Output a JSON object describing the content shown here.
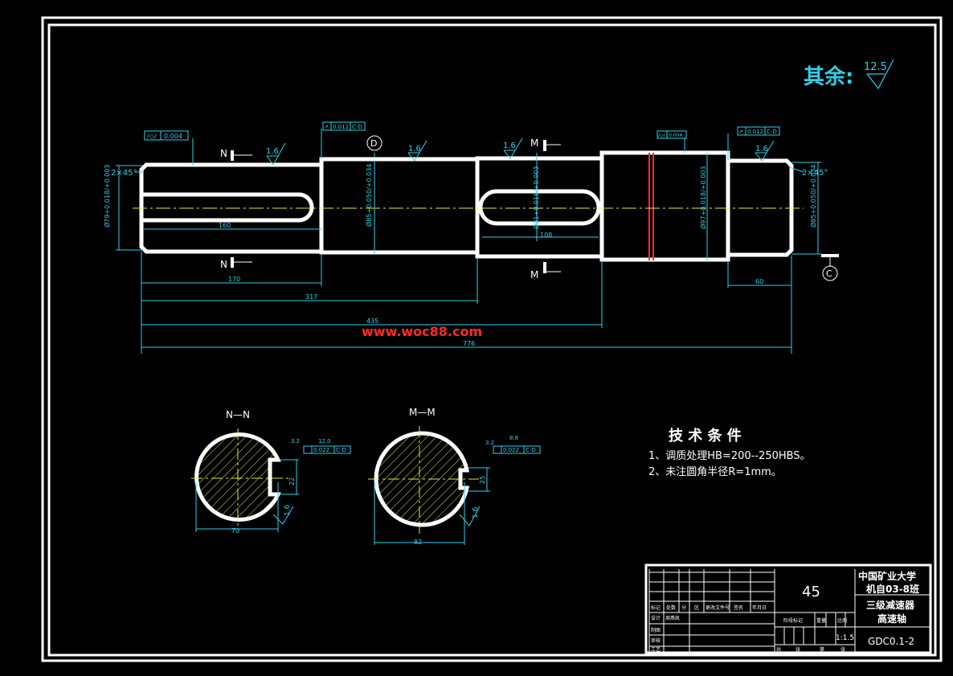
{
  "colors": {
    "background": "#000000",
    "outline": "#ffffff",
    "dimension": "#2fd0e8",
    "watermark": "#ff2a2a",
    "centerline": "#e8e840"
  },
  "roughness_note": {
    "label": "其余:",
    "value": "12.5"
  },
  "watermark": "www.woc88.com",
  "datum_labels": {
    "d": "D",
    "c": "C"
  },
  "section_markers": {
    "n": "N",
    "m": "M"
  },
  "shaft": {
    "chamfer_left": "2×45°",
    "chamfer_right": "2×45°",
    "roughness": [
      "1.6",
      "1.6",
      "1.6",
      "1.6"
    ],
    "tolerance_frames": [
      {
        "symbol": "/◇/",
        "value": "0.004"
      },
      {
        "symbol": "↗",
        "value": "0.012",
        "datum": "C-D"
      },
      {
        "symbol": "/◇/",
        "value": "0.004"
      },
      {
        "symbol": "↗",
        "value": "0.012",
        "datum": "C-D"
      }
    ],
    "diameters": [
      "Ø79+0.018/+0.003",
      "Ø85+0.050/+0.034",
      "Ø81+0.018/+0.003",
      "Ø97+0.018/+0.003",
      "Ø85+0.050/+0.034"
    ],
    "lengths": {
      "keyway_left": "160",
      "keyway_mid": "108",
      "len_170": "170",
      "len_317": "317",
      "len_435": "435",
      "len_776": "776",
      "len_60": "60"
    }
  },
  "sections": {
    "nn": {
      "title": "N—N",
      "width": "70",
      "depth": "22",
      "keywidth": "12.0",
      "roughness_a": "3.2",
      "roughness_b": "1.6",
      "tolerance": "0.022",
      "datum": "C-D"
    },
    "mm": {
      "title": "M—M",
      "width": "82",
      "depth": "25",
      "keywidth": "8.8",
      "roughness_a": "3.2",
      "roughness_b": "1.6",
      "tolerance": "0.022",
      "datum": "C-D"
    }
  },
  "tech": {
    "title": "技 术 条 件",
    "items": [
      "1、调质处理HB=200--250HBS。",
      "2、未注圆角半径R=1mm。"
    ]
  },
  "title_block": {
    "school": "中国矿业大学",
    "class": "机自03-8班",
    "product": "三级减速器",
    "part": "高速轴",
    "material": "45",
    "scale": "1:1.5",
    "code": "GDC0.1-2",
    "headers": [
      "标记",
      "处数",
      "分",
      "区",
      "更改文件号",
      "签名",
      "年月日"
    ],
    "rows": [
      "设计",
      "制图",
      "审核",
      "工艺"
    ],
    "designer": "周燕凯",
    "stage": "阶段标记",
    "weight": "重量",
    "ratio": "比例",
    "sheets": [
      "共",
      "张",
      "第",
      "张"
    ]
  }
}
